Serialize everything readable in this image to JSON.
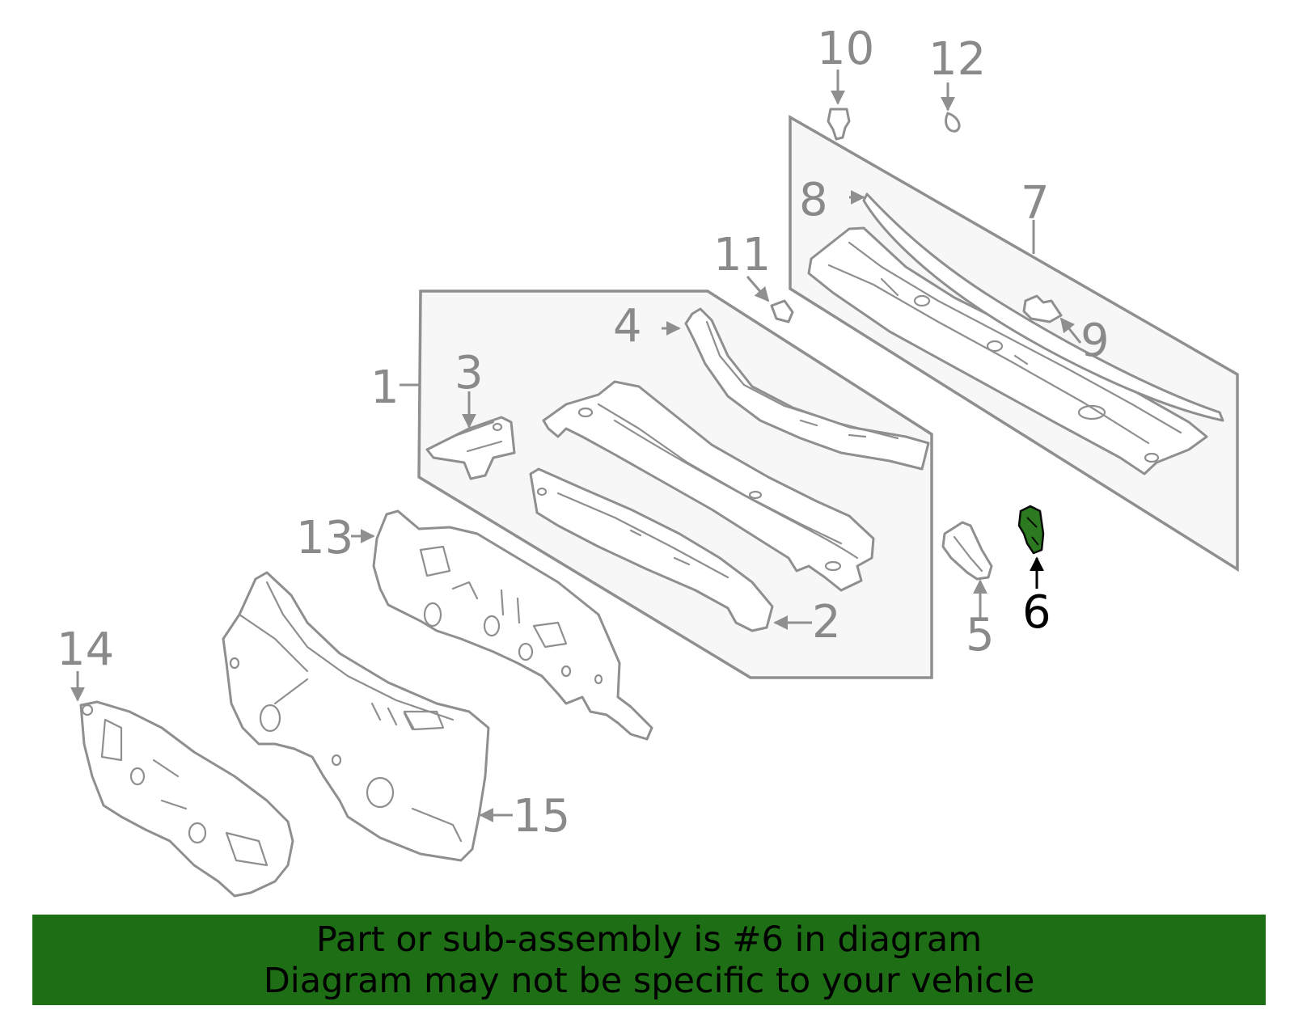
{
  "diagram": {
    "highlighted_part": "6",
    "highlight_color": "#2b7a1f",
    "callouts": {
      "c1": "1",
      "c2": "2",
      "c3": "3",
      "c4": "4",
      "c5": "5",
      "c6": "6",
      "c7": "7",
      "c8": "8",
      "c9": "9",
      "c10": "10",
      "c11": "11",
      "c12": "12",
      "c13": "13",
      "c14": "14",
      "c15": "15"
    }
  },
  "banner": {
    "line1": "Part or sub-assembly is #6 in diagram",
    "line2": "Diagram may not be specific to your vehicle",
    "background": "#1e6e16"
  }
}
